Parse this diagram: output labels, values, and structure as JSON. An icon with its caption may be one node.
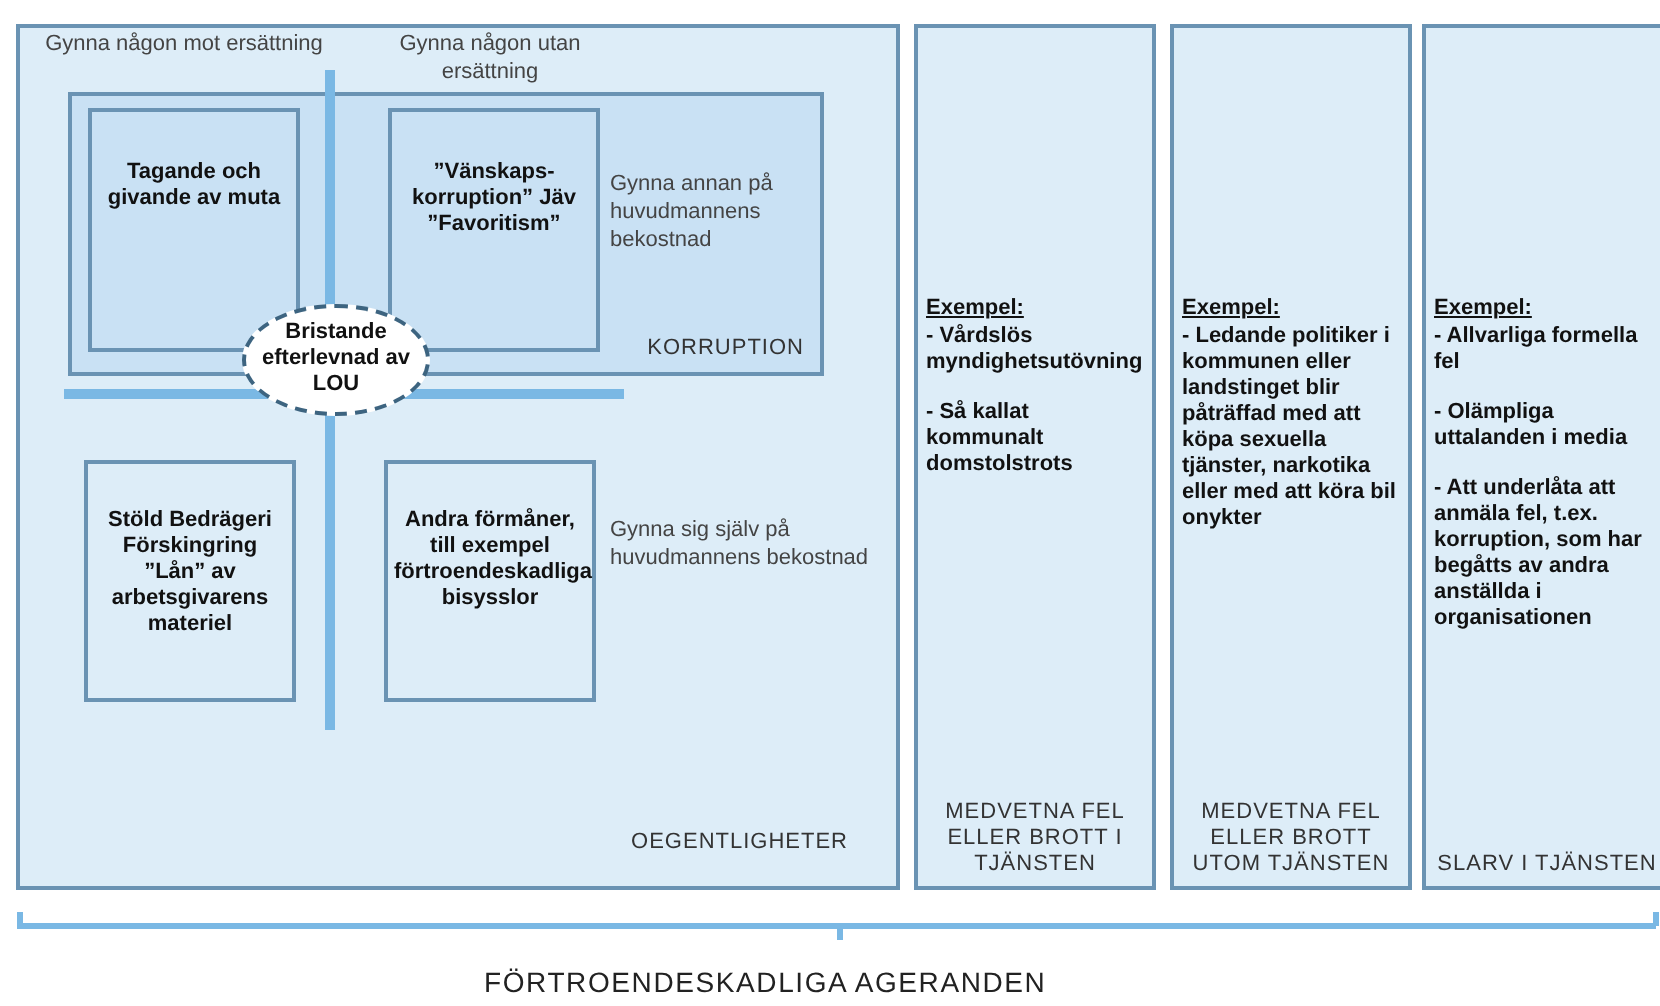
{
  "diagram": {
    "nodes": [
      {
        "text": [
          "OEGENTLIGHETER"
        ]
      },
      {
        "text": [
          "KORRUPTION"
        ],
        "in": 0
      },
      {
        "text": [
          "Tagande och givande av muta"
        ],
        "in": 1
      },
      {
        "text": [
          "”Vänskaps-korruption” Jäv ”Favoritism”"
        ],
        "in": 1
      },
      {
        "text": [
          "Bristande efterlevnad av LOU"
        ],
        "in": 0
      },
      {
        "text": [
          "Stöld Bedrägeri Förskingring ”Lån” av arbetsgivarens materiel"
        ],
        "in": 0
      },
      {
        "text": [
          "Andra förmåner, till exempel förtroendeskadliga bisysslor"
        ],
        "in": 0
      },
      {
        "text": [
          "Exempel:",
          "- Vårdslös myndighetsutövning",
          "- Så kallat kommunalt domstolstrots",
          "MEDVETNA FEL ELLER BROTT I TJÄNSTEN"
        ]
      },
      {
        "text": [
          "Exempel:",
          "- Ledande politiker i kommunen eller landstinget blir påträffad med att köpa sexuella tjänster, narkotika eller med att köra bil onykter",
          "MEDVETNA FEL ELLER BROTT UTOM TJÄNSTEN"
        ]
      },
      {
        "text": [
          "Exempel:",
          "- Allvarliga formella fel",
          "- Olämpliga uttalanden i media",
          "- Att underlåta att anmäla fel, t.ex. korruption, som har begåtts av andra anställda i organisationen",
          "SLARV I TJÄNSTEN"
        ]
      }
    ],
    "labels": [
      "Gynna någon mot ersättning",
      "Gynna någon utan ersättning",
      "Gynna annan på huvudmannens bekostnad",
      "Gynna sig själv på huvudmannens bekostnad",
      "FÖRTROENDESKADLIGA AGERANDEN"
    ]
  }
}
